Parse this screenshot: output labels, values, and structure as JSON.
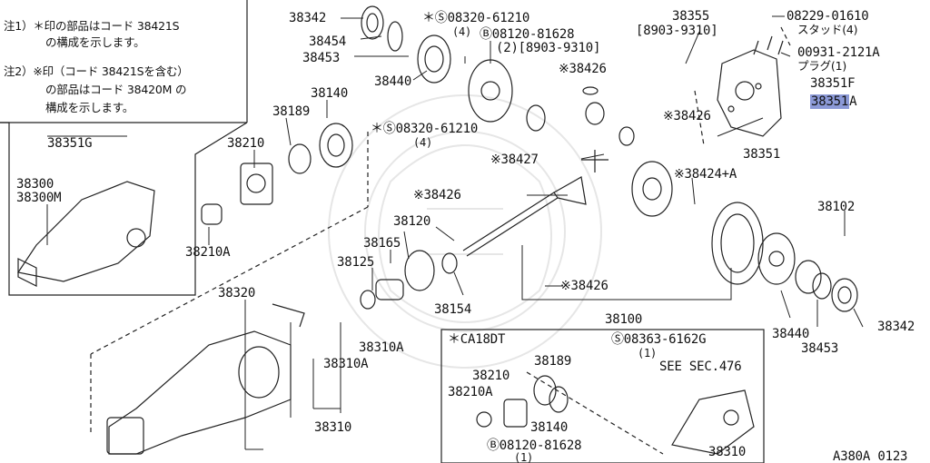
{
  "notes": {
    "note1_line1": "注1）＊印の部品はコード 38421S",
    "note1_line2": "の構成を示します。",
    "note2_line1": "注2）※印（コード 38421Sを含む）",
    "note2_line2": "の部品はコード 38420M の",
    "note2_line3": "構成を示します。"
  },
  "labels": {
    "p38342_top": "38342",
    "p38454": "38454",
    "p38453_top": "38453",
    "p38440_top": "38440",
    "p08320_top": "＊Ⓢ08320-61210",
    "p08320_top_qty": "(4)",
    "p08120_top": "Ⓑ08120-81628",
    "p08120_top_qty": "(2)[8903-9310]",
    "p38355": "38355",
    "p38355_range": "[8903-9310]",
    "p08229": "08229-01610",
    "stud": "スタッド(4)",
    "p00931": "00931-2121A",
    "plug": "プラグ(1)",
    "p38351F": "38351F",
    "p38351A_a": "3835",
    "p38351A_b": "1",
    "p38351A_c": "A",
    "p38351": "38351",
    "p38426_a": "※38426",
    "p38426_b": "※38426",
    "p38140_top": "38140",
    "p38189_top": "38189",
    "p08320_mid": "＊Ⓢ08320-61210",
    "p08320_mid_qty": "(4)",
    "p38351G": "38351G",
    "p38300": "38300",
    "p38300M": "38300M",
    "p38210_top": "38210",
    "p38210A_top": "38210A",
    "p38427": "※38427",
    "p38424": "※38424+A",
    "p38426_c": "※38426",
    "p38120": "38120",
    "p38165": "38165",
    "p38125": "38125",
    "p38154": "38154",
    "p38102": "38102",
    "p38426_d": "※38426",
    "p38100": "38100",
    "p38440_bot": "38440",
    "p38453_bot": "38453",
    "p38342_bot": "38342",
    "p38320": "38320",
    "p38310A_a": "38310A",
    "p38310A_b": "38310A",
    "p38310": "38310",
    "ca18dt": "＊CA18DT",
    "p08363": "Ⓢ08363-6162G",
    "p08363_qty": "(1)",
    "see_sec": "SEE SEC.476",
    "ins_38189": "38189",
    "ins_38210": "38210",
    "ins_38210A": "38210A",
    "ins_38140": "38140",
    "ins_08120": "Ⓑ08120-81628",
    "ins_08120_qty": "(1)",
    "ins_38310": "38310",
    "figure_code": "A380A 0123"
  }
}
